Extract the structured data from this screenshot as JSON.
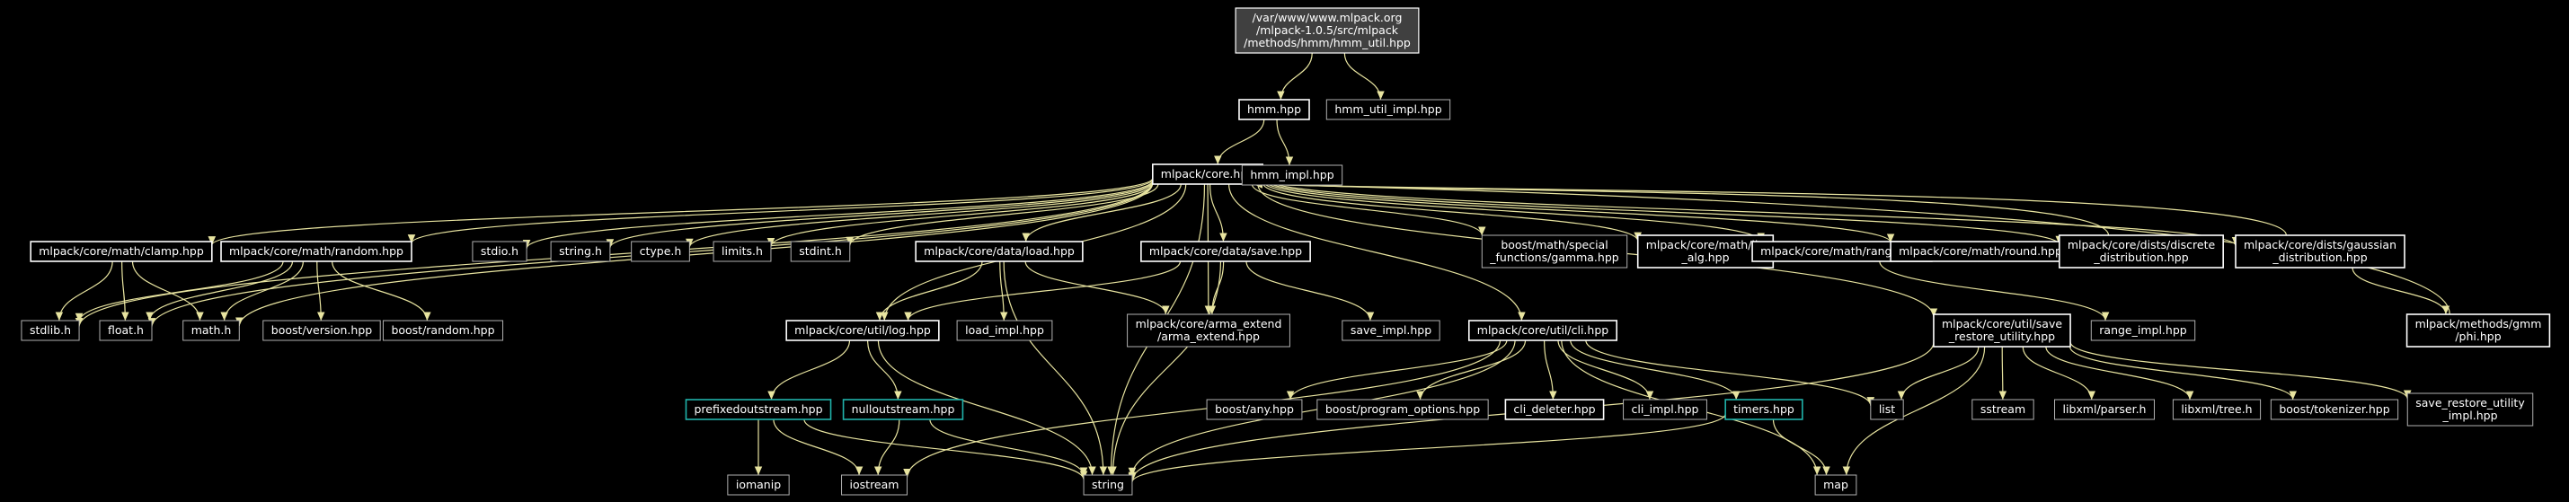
{
  "diagram": {
    "colors": {
      "background": "#000000",
      "edge": "#e8e4a0",
      "node_border_plain": "#b0b0b0",
      "node_border_documented": "#ffffff",
      "node_border_highlight": "#20b2aa",
      "root_fill": "#404040"
    },
    "nodes": [
      {
        "id": "root",
        "label": "/var/www/www.mlpack.org\n/mlpack-1.0.5/src/mlpack\n/methods/hmm/hmm_util.hpp",
        "style": "root"
      },
      {
        "id": "hmm",
        "label": "hmm.hpp",
        "style": "documented"
      },
      {
        "id": "hmm_util_impl",
        "label": "hmm_util_impl.hpp",
        "style": "plain"
      },
      {
        "id": "core",
        "label": "mlpack/core.hpp",
        "style": "documented"
      },
      {
        "id": "hmm_impl",
        "label": "hmm_impl.hpp",
        "style": "plain"
      },
      {
        "id": "clamp",
        "label": "mlpack/core/math/clamp.hpp",
        "style": "documented"
      },
      {
        "id": "random",
        "label": "mlpack/core/math/random.hpp",
        "style": "documented"
      },
      {
        "id": "stdio",
        "label": "stdio.h",
        "style": "plain"
      },
      {
        "id": "string_h",
        "label": "string.h",
        "style": "plain"
      },
      {
        "id": "ctype",
        "label": "ctype.h",
        "style": "plain"
      },
      {
        "id": "limits",
        "label": "limits.h",
        "style": "plain"
      },
      {
        "id": "stdint",
        "label": "stdint.h",
        "style": "plain"
      },
      {
        "id": "load",
        "label": "mlpack/core/data/load.hpp",
        "style": "documented"
      },
      {
        "id": "save",
        "label": "mlpack/core/data/save.hpp",
        "style": "documented"
      },
      {
        "id": "gamma",
        "label": "boost/math/special\n_functions/gamma.hpp",
        "style": "plain"
      },
      {
        "id": "lin_alg",
        "label": "mlpack/core/math/lin\n_alg.hpp",
        "style": "documented"
      },
      {
        "id": "range",
        "label": "mlpack/core/math/range.hpp",
        "style": "documented"
      },
      {
        "id": "round",
        "label": "mlpack/core/math/round.hpp",
        "style": "documented"
      },
      {
        "id": "discrete",
        "label": "mlpack/core/dists/discrete\n_distribution.hpp",
        "style": "documented"
      },
      {
        "id": "gaussian",
        "label": "mlpack/core/dists/gaussian\n_distribution.hpp",
        "style": "documented"
      },
      {
        "id": "stdlib",
        "label": "stdlib.h",
        "style": "plain"
      },
      {
        "id": "float",
        "label": "float.h",
        "style": "plain"
      },
      {
        "id": "math",
        "label": "math.h",
        "style": "plain"
      },
      {
        "id": "boost_version",
        "label": "boost/version.hpp",
        "style": "plain"
      },
      {
        "id": "boost_random",
        "label": "boost/random.hpp",
        "style": "plain"
      },
      {
        "id": "log",
        "label": "mlpack/core/util/log.hpp",
        "style": "documented"
      },
      {
        "id": "load_impl",
        "label": "load_impl.hpp",
        "style": "plain"
      },
      {
        "id": "arma_extend",
        "label": "mlpack/core/arma_extend\n/arma_extend.hpp",
        "style": "plain"
      },
      {
        "id": "save_impl",
        "label": "save_impl.hpp",
        "style": "plain"
      },
      {
        "id": "cli",
        "label": "mlpack/core/util/cli.hpp",
        "style": "documented"
      },
      {
        "id": "sru",
        "label": "mlpack/core/util/save\n_restore_utility.hpp",
        "style": "documented"
      },
      {
        "id": "range_impl",
        "label": "range_impl.hpp",
        "style": "plain"
      },
      {
        "id": "phi",
        "label": "mlpack/methods/gmm\n/phi.hpp",
        "style": "documented"
      },
      {
        "id": "prefixed",
        "label": "prefixedoutstream.hpp",
        "style": "highlight"
      },
      {
        "id": "nullout",
        "label": "nulloutstream.hpp",
        "style": "highlight"
      },
      {
        "id": "boost_any",
        "label": "boost/any.hpp",
        "style": "plain"
      },
      {
        "id": "boost_po",
        "label": "boost/program_options.hpp",
        "style": "plain"
      },
      {
        "id": "cli_deleter",
        "label": "cli_deleter.hpp",
        "style": "documented"
      },
      {
        "id": "cli_impl",
        "label": "cli_impl.hpp",
        "style": "plain"
      },
      {
        "id": "timers",
        "label": "timers.hpp",
        "style": "highlight"
      },
      {
        "id": "list",
        "label": "list",
        "style": "plain"
      },
      {
        "id": "sstream",
        "label": "sstream",
        "style": "plain"
      },
      {
        "id": "libxml_parser",
        "label": "libxml/parser.h",
        "style": "plain"
      },
      {
        "id": "libxml_tree",
        "label": "libxml/tree.h",
        "style": "plain"
      },
      {
        "id": "boost_tokenizer",
        "label": "boost/tokenizer.hpp",
        "style": "plain"
      },
      {
        "id": "sru_impl",
        "label": "save_restore_utility\n_impl.hpp",
        "style": "plain"
      },
      {
        "id": "iomanip",
        "label": "iomanip",
        "style": "plain"
      },
      {
        "id": "iostream",
        "label": "iostream",
        "style": "plain"
      },
      {
        "id": "string",
        "label": "string",
        "style": "plain"
      },
      {
        "id": "map",
        "label": "map",
        "style": "plain"
      }
    ],
    "edges": [
      [
        "root",
        "hmm"
      ],
      [
        "root",
        "hmm_util_impl"
      ],
      [
        "hmm",
        "core"
      ],
      [
        "hmm",
        "hmm_impl"
      ],
      [
        "core",
        "clamp"
      ],
      [
        "core",
        "random"
      ],
      [
        "core",
        "stdio"
      ],
      [
        "core",
        "string_h"
      ],
      [
        "core",
        "ctype"
      ],
      [
        "core",
        "limits"
      ],
      [
        "core",
        "stdint"
      ],
      [
        "core",
        "load"
      ],
      [
        "core",
        "save"
      ],
      [
        "core",
        "gamma"
      ],
      [
        "core",
        "lin_alg"
      ],
      [
        "core",
        "range"
      ],
      [
        "core",
        "round"
      ],
      [
        "core",
        "discrete"
      ],
      [
        "core",
        "gaussian"
      ],
      [
        "core",
        "stdlib"
      ],
      [
        "core",
        "float"
      ],
      [
        "core",
        "math"
      ],
      [
        "core",
        "log"
      ],
      [
        "core",
        "arma_extend"
      ],
      [
        "core",
        "cli"
      ],
      [
        "core",
        "sru"
      ],
      [
        "core",
        "string"
      ],
      [
        "clamp",
        "stdlib"
      ],
      [
        "clamp",
        "float"
      ],
      [
        "clamp",
        "math"
      ],
      [
        "random",
        "stdlib"
      ],
      [
        "random",
        "float"
      ],
      [
        "random",
        "math"
      ],
      [
        "random",
        "boost_version"
      ],
      [
        "random",
        "boost_random"
      ],
      [
        "load",
        "log"
      ],
      [
        "load",
        "load_impl"
      ],
      [
        "load",
        "arma_extend"
      ],
      [
        "load",
        "string"
      ],
      [
        "save",
        "log"
      ],
      [
        "save",
        "arma_extend"
      ],
      [
        "save",
        "save_impl"
      ],
      [
        "save",
        "string"
      ],
      [
        "range",
        "range_impl"
      ],
      [
        "discrete",
        "core"
      ],
      [
        "gaussian",
        "core"
      ],
      [
        "gaussian",
        "phi"
      ],
      [
        "phi",
        "core"
      ],
      [
        "log",
        "prefixed"
      ],
      [
        "log",
        "nullout"
      ],
      [
        "log",
        "string"
      ],
      [
        "prefixed",
        "iomanip"
      ],
      [
        "prefixed",
        "iostream"
      ],
      [
        "prefixed",
        "string"
      ],
      [
        "nullout",
        "iostream"
      ],
      [
        "nullout",
        "string"
      ],
      [
        "cli",
        "boost_any"
      ],
      [
        "cli",
        "boost_po"
      ],
      [
        "cli",
        "cli_deleter"
      ],
      [
        "cli",
        "cli_impl"
      ],
      [
        "cli",
        "timers"
      ],
      [
        "cli",
        "list"
      ],
      [
        "cli",
        "iostream"
      ],
      [
        "cli",
        "string"
      ],
      [
        "cli",
        "map"
      ],
      [
        "timers",
        "string"
      ],
      [
        "timers",
        "map"
      ],
      [
        "sru",
        "list"
      ],
      [
        "sru",
        "sstream"
      ],
      [
        "sru",
        "libxml_parser"
      ],
      [
        "sru",
        "libxml_tree"
      ],
      [
        "sru",
        "boost_tokenizer"
      ],
      [
        "sru",
        "sru_impl"
      ],
      [
        "sru",
        "string"
      ],
      [
        "sru",
        "map"
      ]
    ]
  }
}
